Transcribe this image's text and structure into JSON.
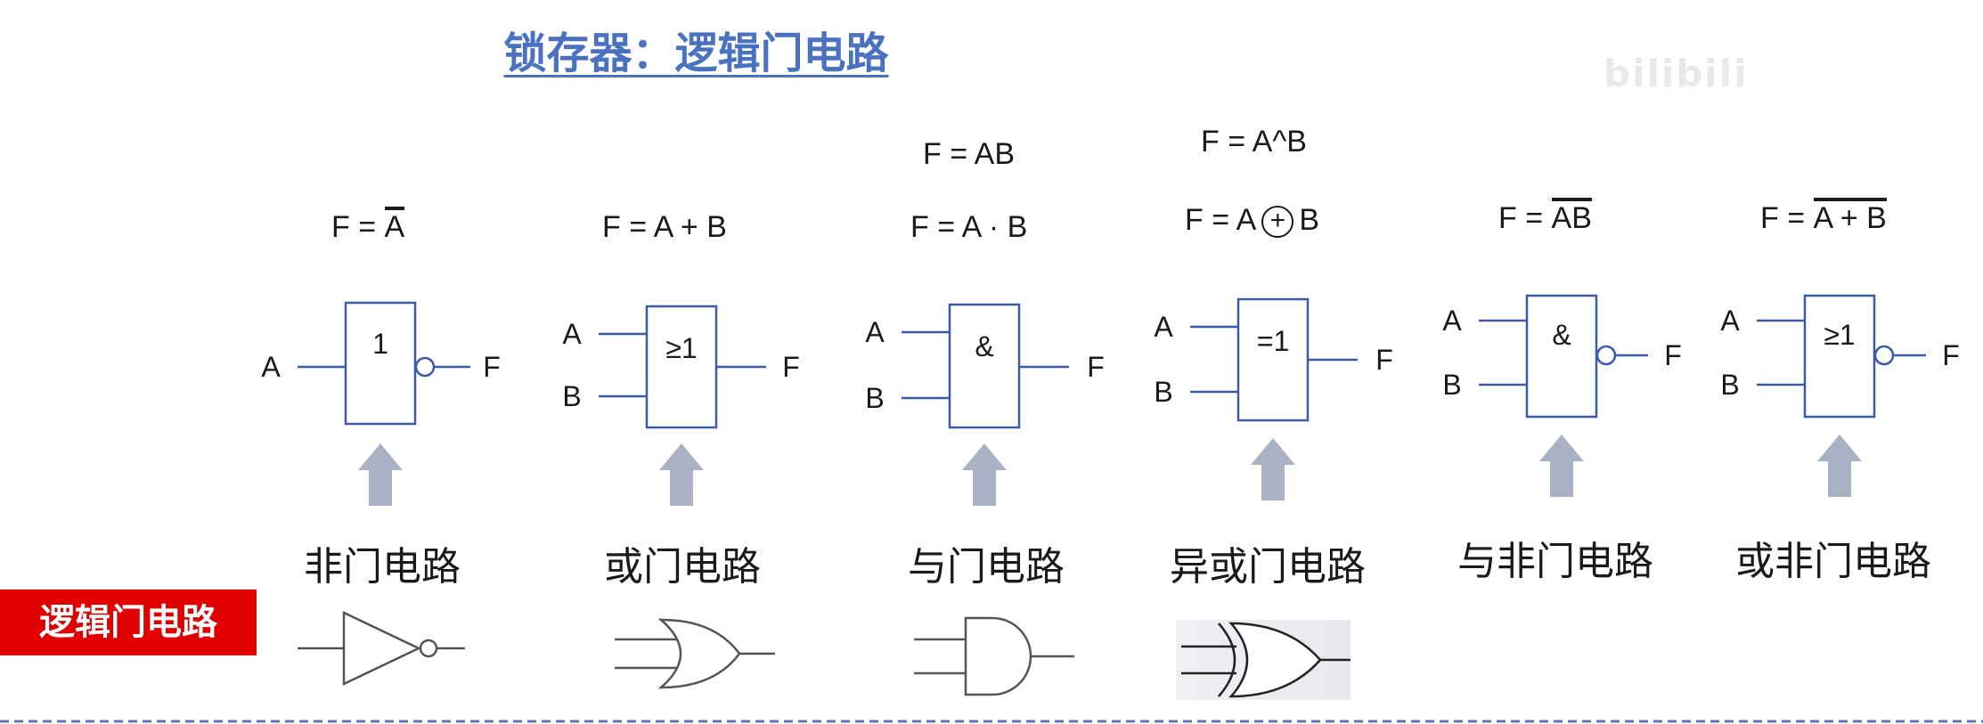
{
  "title": "锁存器：逻辑门电路",
  "watermark": "bilibili",
  "section_label": "逻辑门电路",
  "colors": {
    "accent_blue": "#4a72c0",
    "gate_stroke": "#3d5aa8",
    "arrow": "#a9b1c4",
    "red": "#e00000"
  },
  "gates": [
    {
      "name": "非门电路",
      "symbol": "1",
      "inputs": [
        "A"
      ],
      "output": "F",
      "inverted": true,
      "formula": {
        "prefix": "F = ",
        "over": "A",
        "rest": ""
      }
    },
    {
      "name": "或门电路",
      "symbol": "≥1",
      "inputs": [
        "A",
        "B"
      ],
      "output": "F",
      "inverted": false,
      "formula": {
        "text": "F = A + B"
      }
    },
    {
      "name": "与门电路",
      "symbol": "&",
      "inputs": [
        "A",
        "B"
      ],
      "output": "F",
      "inverted": false,
      "formula": {
        "text_top": "F = AB",
        "text": "F = A · B"
      }
    },
    {
      "name": "异或门电路",
      "symbol": "=1",
      "inputs": [
        "A",
        "B"
      ],
      "output": "F",
      "inverted": false,
      "formula": {
        "text_top": "F = A^B",
        "xor_left": "F = A",
        "xor_right": "B"
      }
    },
    {
      "name": "与非门电路",
      "symbol": "&",
      "inputs": [
        "A",
        "B"
      ],
      "output": "F",
      "inverted": true,
      "formula": {
        "prefix": "F = ",
        "over": "AB"
      }
    },
    {
      "name": "或非门电路",
      "symbol": "≥1",
      "inputs": [
        "A",
        "B"
      ],
      "output": "F",
      "inverted": true,
      "formula": {
        "prefix": "F = ",
        "over": "A + B"
      }
    }
  ]
}
